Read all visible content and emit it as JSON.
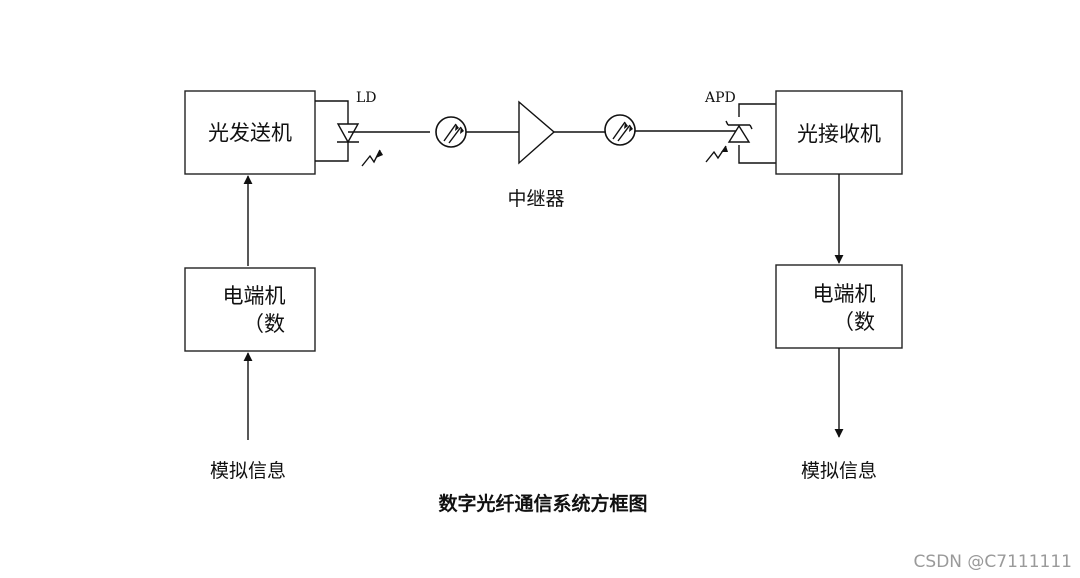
{
  "blocks": {
    "tx": "光发送机",
    "rx": "光接收机",
    "term_left_line1": "电端机",
    "term_left_line2": "（数",
    "term_right_line1": "电端机",
    "term_right_line2": "（数"
  },
  "labels": {
    "ld": "LD",
    "apd": "APD",
    "repeater": "中继器",
    "input_signal": "模拟信息",
    "output_signal": "模拟信息"
  },
  "title": "数字光纤通信系统方框图",
  "watermark": "CSDN @C7111111",
  "icons": [
    "laser-diode-icon",
    "fiber-cable-icon",
    "repeater-amplifier-icon",
    "photodiode-icon",
    "arrow-icon"
  ]
}
